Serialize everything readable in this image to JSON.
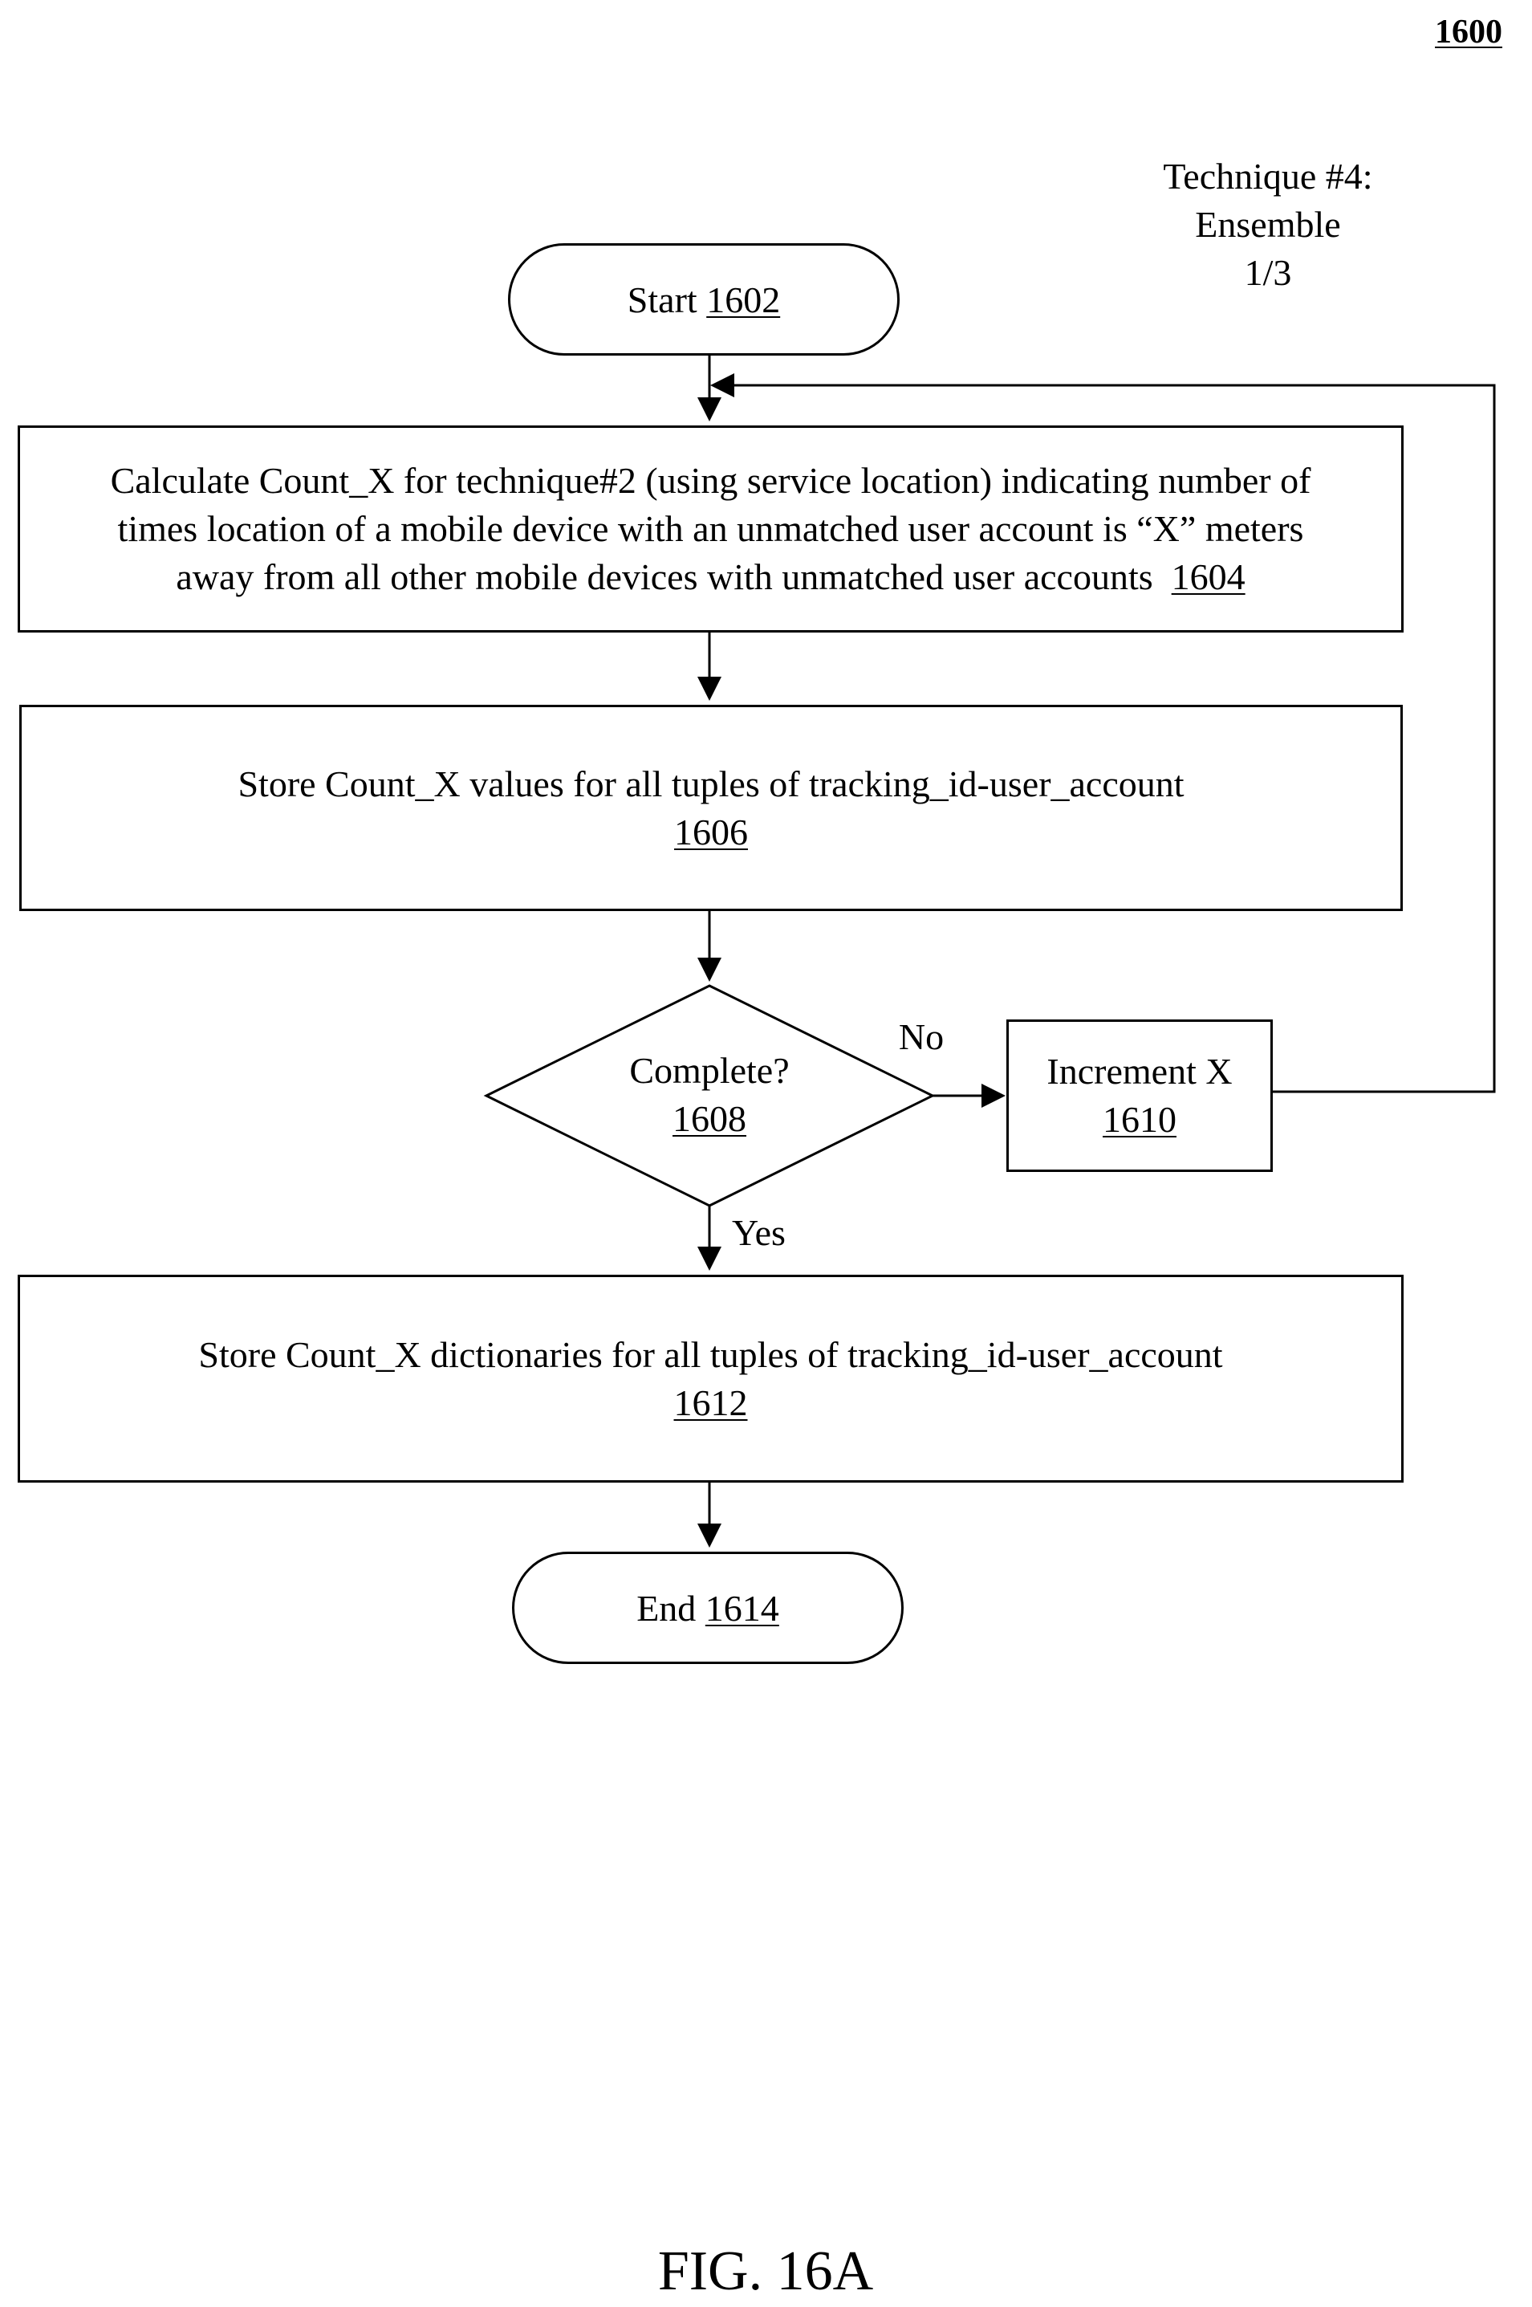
{
  "figure_number": "1600",
  "technique_title": {
    "line1": "Technique #4:",
    "line2": "Ensemble",
    "line3": "1/3"
  },
  "start": {
    "label": "Start",
    "ref": "1602"
  },
  "step_1604": {
    "line1": "Calculate Count_X for technique#2 (using service location) indicating number of",
    "line2": "times location of a mobile device with an unmatched user account is “X” meters",
    "line3": "away from all other mobile devices with unmatched user accounts",
    "ref": "1604"
  },
  "step_1606": {
    "text": "Store Count_X values for all tuples of tracking_id-user_account",
    "ref": "1606"
  },
  "decision_1608": {
    "text": "Complete?",
    "ref": "1608"
  },
  "edge_no": "No",
  "edge_yes": "Yes",
  "step_1610": {
    "text": "Increment X",
    "ref": "1610"
  },
  "step_1612": {
    "text": "Store Count_X dictionaries for all tuples of tracking_id-user_account",
    "ref": "1612"
  },
  "end": {
    "label": "End",
    "ref": "1614"
  },
  "caption": "FIG. 16A"
}
